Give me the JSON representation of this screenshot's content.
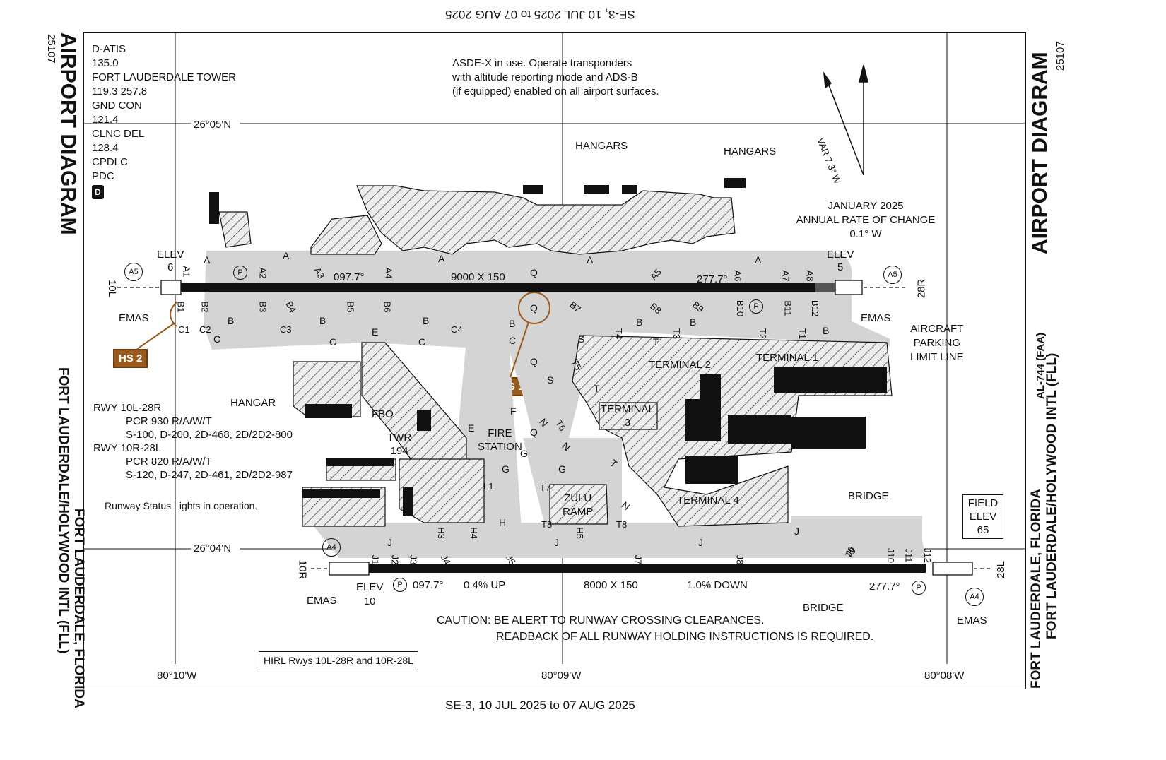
{
  "header": {
    "top_cycle": "SE-3, 10 JUL 2025 to 07 AUG 2025",
    "bottom_cycle": "SE-3,  10 JUL 2025  to  07 AUG 2025"
  },
  "side": {
    "title": "AIRPORT DIAGRAM",
    "code": "25107",
    "airport_name": "FORT LAUDERDALE/HOLYWOOD INTL (FLL)",
    "city": "FORT LAUDERDALE, FLORIDA",
    "al_code": "AL-744 (FAA)"
  },
  "freq": [
    "D-ATIS",
    "135.0",
    "FORT LAUDERDALE TOWER",
    "119.3  257.8",
    "GND CON",
    "121.4",
    "CLNC DEL",
    "128.4",
    "CPDLC",
    "PDC"
  ],
  "freq_badge": "D",
  "notes": {
    "asde": [
      "ASDE-X in use. Operate transponders",
      "with altitude reporting mode and ADS-B",
      "(if equipped) enabled on all airport surfaces."
    ],
    "magvar": "VAR 7.3° W",
    "rate_change": [
      "JANUARY 2025",
      "ANNUAL RATE OF CHANGE",
      "0.1° W"
    ],
    "rwy_data": [
      "RWY 10L-28R",
      "PCR 930 R/A/W/T",
      "S-100, D-200, 2D-468, 2D/2D2-800",
      "RWY 10R-28L",
      "PCR 820 R/A/W/T",
      "S-120, D-247, 2D-461, 2D/2D2-987"
    ],
    "rsl": "Runway Status Lights in operation.",
    "caution1": "CAUTION: BE ALERT TO RUNWAY CROSSING CLEARANCES.",
    "caution2": "READBACK OF ALL RUNWAY HOLDING INSTRUCTIONS IS REQUIRED.",
    "hirl": "HIRL Rwys 10L-28R and 10R-28L",
    "field_elev": [
      "FIELD",
      "ELEV",
      "65"
    ],
    "parking_limit": [
      "AIRCRAFT",
      "PARKING",
      "LIMIT LINE"
    ]
  },
  "coords": {
    "lat_n": "26°05'N",
    "lat_s": "26°04'N",
    "lon_w": "80°10'W",
    "lon_m": "80°09'W",
    "lon_e": "80°08'W"
  },
  "hotspots": [
    "HS 1",
    "HS 2"
  ],
  "runways": {
    "north": {
      "dims": "9000 X 150",
      "hdg_w": "097.7°",
      "hdg_e": "277.7°",
      "end_w": "10L",
      "end_e": "28R",
      "elev_w": [
        "ELEV",
        "6"
      ],
      "elev_e": [
        "ELEV",
        "5"
      ]
    },
    "south": {
      "dims": "8000 X 150",
      "hdg_w": "097.7°",
      "hdg_e": "277.7°",
      "grad_up": "0.4% UP",
      "grad_down": "1.0% DOWN",
      "end_w": "10R",
      "end_e": "28L",
      "elev_w": [
        "ELEV",
        "10"
      ]
    }
  },
  "labels": {
    "hangars": "HANGARS",
    "hangar": "HANGAR",
    "fbo": "FBO",
    "twr": [
      "TWR",
      "194"
    ],
    "fire": [
      "FIRE",
      "STATION"
    ],
    "zulu": [
      "ZULU",
      "RAMP"
    ],
    "terminal1": "TERMINAL 1",
    "terminal2": "TERMINAL 2",
    "terminal3": [
      "TERMINAL",
      "3"
    ],
    "terminal4": "TERMINAL 4",
    "bridge": "BRIDGE",
    "emas": "EMAS",
    "a5": "A5",
    "a4": "A4",
    "p": "P"
  },
  "taxiways": {
    "a_row": [
      "A",
      "A",
      "A",
      "A",
      "A"
    ],
    "a_conn": [
      "A1",
      "A2",
      "A3",
      "A4",
      "A5",
      "A6",
      "A7",
      "A8"
    ],
    "b_conn": [
      "B1",
      "B2",
      "B3",
      "B4",
      "B5",
      "B6",
      "B7",
      "B8",
      "B9",
      "B10",
      "B11",
      "B12"
    ],
    "b_row": [
      "B",
      "B",
      "B",
      "B",
      "B",
      "B",
      "B"
    ],
    "c_row": [
      "C",
      "C1",
      "C2",
      "C3",
      "C",
      "C4",
      "C",
      "C",
      "S",
      "S"
    ],
    "misc": [
      "E",
      "E",
      "F",
      "G",
      "G",
      "G",
      "H",
      "H3",
      "H4",
      "H5",
      "L1",
      "Q",
      "Q",
      "Q",
      "Q",
      "N",
      "N",
      "N",
      "T",
      "T",
      "T",
      "T1",
      "T2",
      "T3",
      "T4",
      "T5",
      "T6",
      "T7",
      "T8",
      "T8",
      "T9"
    ],
    "j_conn": [
      "J",
      "J",
      "J",
      "J",
      "J1",
      "J2",
      "J3",
      "J4",
      "J5",
      "J7",
      "J8",
      "J9",
      "J10",
      "J11",
      "J12"
    ]
  },
  "colors": {
    "ink": "#111111",
    "taxiway": "#d4d4d4",
    "hotspot": "#9a5a1c",
    "hatch": "#555555"
  }
}
